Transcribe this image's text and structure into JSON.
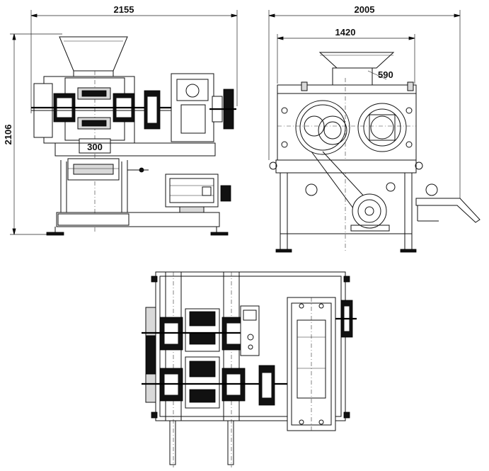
{
  "dimensions": {
    "front_width": "2155",
    "front_height": "2106",
    "side_width": "2005",
    "side_inner_width": "1420",
    "hopper_label": "590",
    "roller_label": "300"
  }
}
